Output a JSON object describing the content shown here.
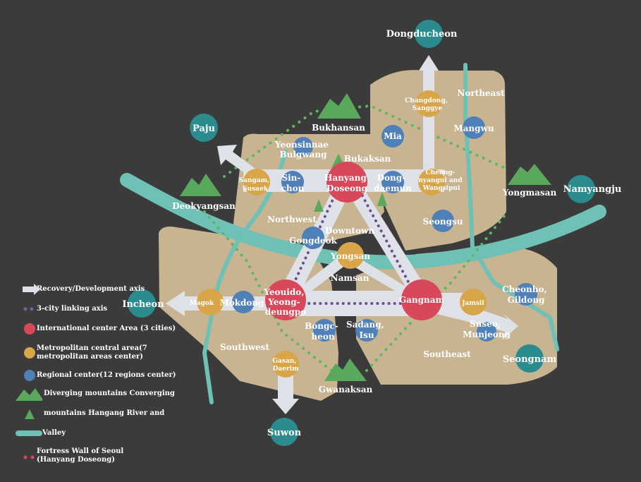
{
  "colors": {
    "background": "#3b3b3b",
    "region": "#c8b491",
    "axis": "#dfe1e8",
    "international": "#d9485a",
    "metropolitan": "#d8a548",
    "regional": "#4f80b8",
    "mountain": "#5aa85c",
    "river": "#6fc1b5",
    "outer_city": "#2c8b8e",
    "linking_axis": "#6a4f8c",
    "fortress": "#5cb85c"
  },
  "outer_cities": [
    "Dongducheon",
    "Paju",
    "Namyangju",
    "Incheon",
    "Seongnam",
    "Suwon"
  ],
  "international_centers": [
    {
      "label_lines": [
        "Hanyang",
        "Doseong"
      ]
    },
    {
      "label_lines": [
        "Yeouido,",
        "Yeong-",
        "deungpo"
      ]
    },
    {
      "label_lines": [
        "Gangnam"
      ]
    }
  ],
  "metropolitan_centers": [
    {
      "label_lines": [
        "Changdong,",
        "Sanggye"
      ]
    },
    {
      "label_lines": [
        "Sangam,",
        "Susaek"
      ]
    },
    {
      "label_lines": [
        "Cheong-",
        "nyangni and",
        "Wangsipni"
      ]
    },
    {
      "label_lines": [
        "Yongsan"
      ]
    },
    {
      "label_lines": [
        "Magok"
      ]
    },
    {
      "label_lines": [
        "Jamsil"
      ]
    },
    {
      "label_lines": [
        "Gasan,",
        "Daerim"
      ]
    }
  ],
  "regional_center_labels": {
    "mia": "Mia",
    "mangwu": "Mangwu",
    "sinchon": [
      "Sin-",
      "chon"
    ],
    "dongdaemun": [
      "Dong-",
      "daemun"
    ],
    "seongsu": "Seongsu",
    "gongdeok": "Gongdeok",
    "mokdong": "Mokdong",
    "bongcheon": [
      "Bongc-",
      "heon"
    ],
    "sadang": [
      "Sadang,",
      "Isu"
    ],
    "cheonho": [
      "Cheonho,",
      "Gildong"
    ],
    "suseo": [
      "Suseo,",
      "Munjeong"
    ],
    "yeonsinnae": [
      "Yeonsinnae",
      "Bulgwang"
    ]
  },
  "area_labels": {
    "northeast": "Northeast",
    "northwest": "Northwest",
    "downtown": "Downtown",
    "southwest": "Southwest",
    "southeast": "Southeast"
  },
  "mountains": {
    "bukhansan": "Bukhansan",
    "bukaksan": "Bukaksan",
    "deokyangsan": "Deokyangsan",
    "yongmasan": "Yongmasan",
    "namsan": "Namsan",
    "gwanaksan": "Gwanaksan"
  },
  "legend": [
    {
      "symbol": "arrow",
      "text": "Recovery/Development axis"
    },
    {
      "symbol": "dots-purple",
      "text": "3-city linking axis"
    },
    {
      "symbol": "circle-red",
      "text": "International center Area (3 cities)"
    },
    {
      "symbol": "circle-yellow",
      "text": "Metropolitan central area(7 metropolitan areas center)"
    },
    {
      "symbol": "circle-blue",
      "text": "Regional center(12 regions center)"
    },
    {
      "symbol": "mountain-big",
      "text": "Diverging mountains Converging"
    },
    {
      "symbol": "mountain-small",
      "text": "mountains Hangang River and"
    },
    {
      "symbol": "river",
      "text": "Valley"
    },
    {
      "symbol": "dots-red",
      "text": "Fortress Wall of Seoul (Hanyang Doseong)"
    }
  ]
}
